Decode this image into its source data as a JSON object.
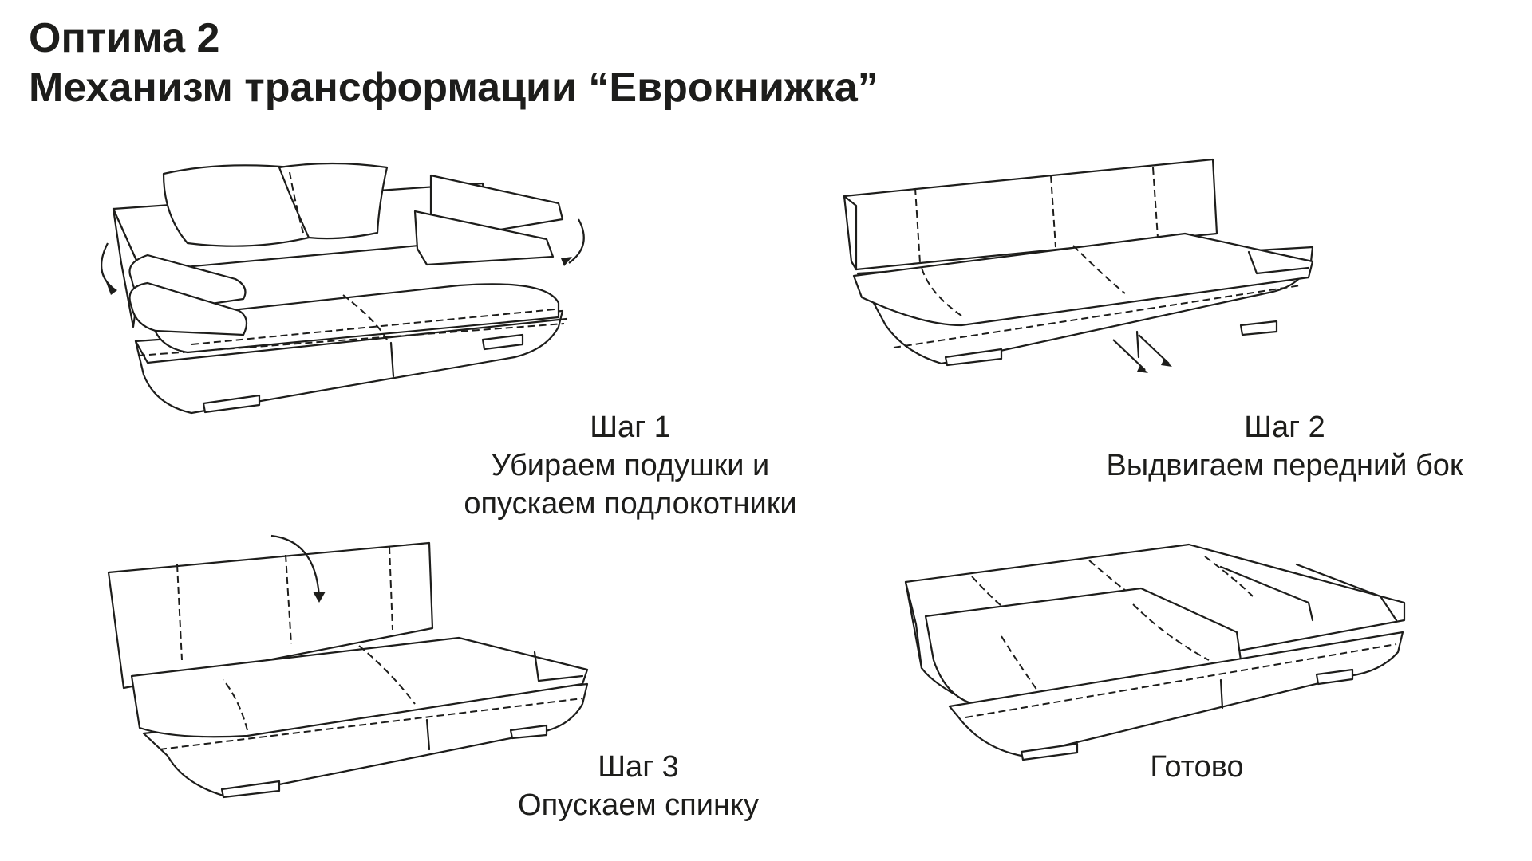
{
  "header": {
    "title_line1": "Оптима 2",
    "title_line2": "Механизм трансформации “Еврокнижка”"
  },
  "steps": [
    {
      "title": "Шаг 1",
      "line1": "Убираем подушки и",
      "line2": "опускаем подлокотники"
    },
    {
      "title": "Шаг 2",
      "line1": "Выдвигаем передний бок"
    },
    {
      "title": "Шаг 3",
      "line1": "Опускаем спинку"
    },
    {
      "title": "Готово"
    }
  ],
  "colors": {
    "ink": "#1d1d1b",
    "background": "#ffffff"
  }
}
